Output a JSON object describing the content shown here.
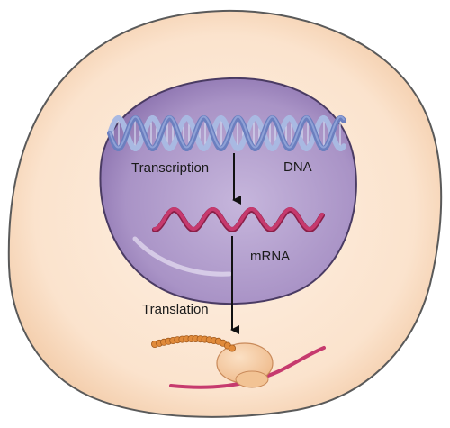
{
  "labels": {
    "dna": "DNA",
    "transcription": "Transcription",
    "mrna": "mRNA",
    "translation": "Translation"
  },
  "colors": {
    "cytoplasm": "#fbe4cf",
    "cell_outline": "#555555",
    "nucleus": "#a38cc0",
    "dna_strand_dark": "#6b7fbf",
    "dna_strand_light": "#a9b9e2",
    "mrna": "#c63a6e",
    "ribosome": "#f6c9a0",
    "polypeptide": "#e08a3a",
    "arrow": "#111111"
  },
  "icons": [
    "cell-membrane",
    "nucleus",
    "dna-double-helix",
    "mrna-strand",
    "ribosome",
    "polypeptide-chain"
  ]
}
